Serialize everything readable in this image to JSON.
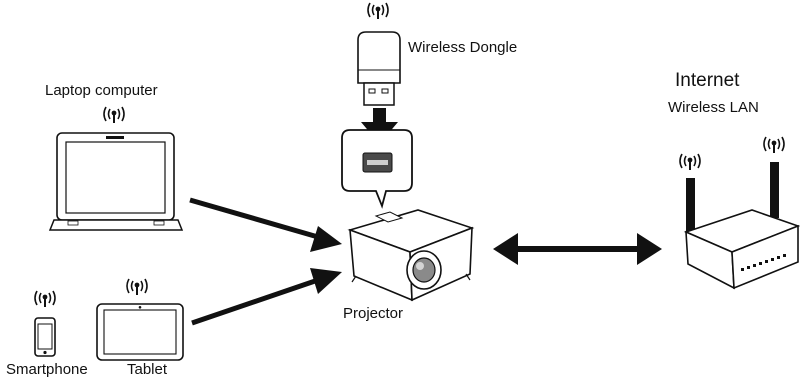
{
  "labels": {
    "wireless_dongle": "Wireless Dongle",
    "laptop": "Laptop computer",
    "internet": "Internet",
    "wireless_lan": "Wireless LAN",
    "projector": "Projector",
    "smartphone": "Smartphone",
    "tablet": "Tablet"
  },
  "colors": {
    "stroke": "#111111",
    "fill": "#ffffff",
    "arrow": "#111111"
  },
  "icons": {
    "wifi": "wifi-signal-icon",
    "dongle": "usb-dongle-icon",
    "laptop": "laptop-icon",
    "projector": "projector-icon",
    "router": "router-icon",
    "smartphone": "smartphone-icon",
    "tablet": "tablet-icon"
  }
}
